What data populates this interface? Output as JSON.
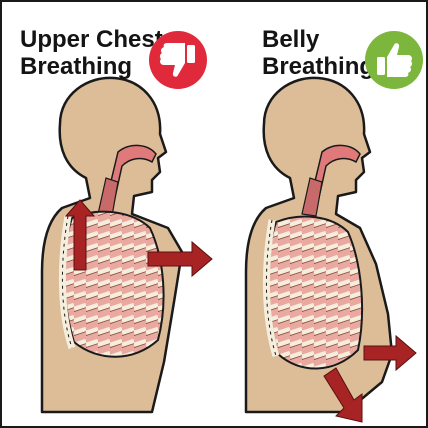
{
  "panels": [
    {
      "title_lines": [
        "Upper Chest",
        "Breathing"
      ],
      "verdict_icon": "thumbs-down-icon",
      "badge_color": "#e0293a"
    },
    {
      "title_lines": [
        "Belly",
        "Breathing"
      ],
      "verdict_icon": "thumbs-up-icon",
      "badge_color": "#7cb63d"
    }
  ],
  "colors": {
    "skin": "#dcbd98",
    "outline": "#1a1a1a",
    "ribs": "#f5eedc",
    "lungs": "#e9a9a1",
    "arrow": "#a82424"
  }
}
